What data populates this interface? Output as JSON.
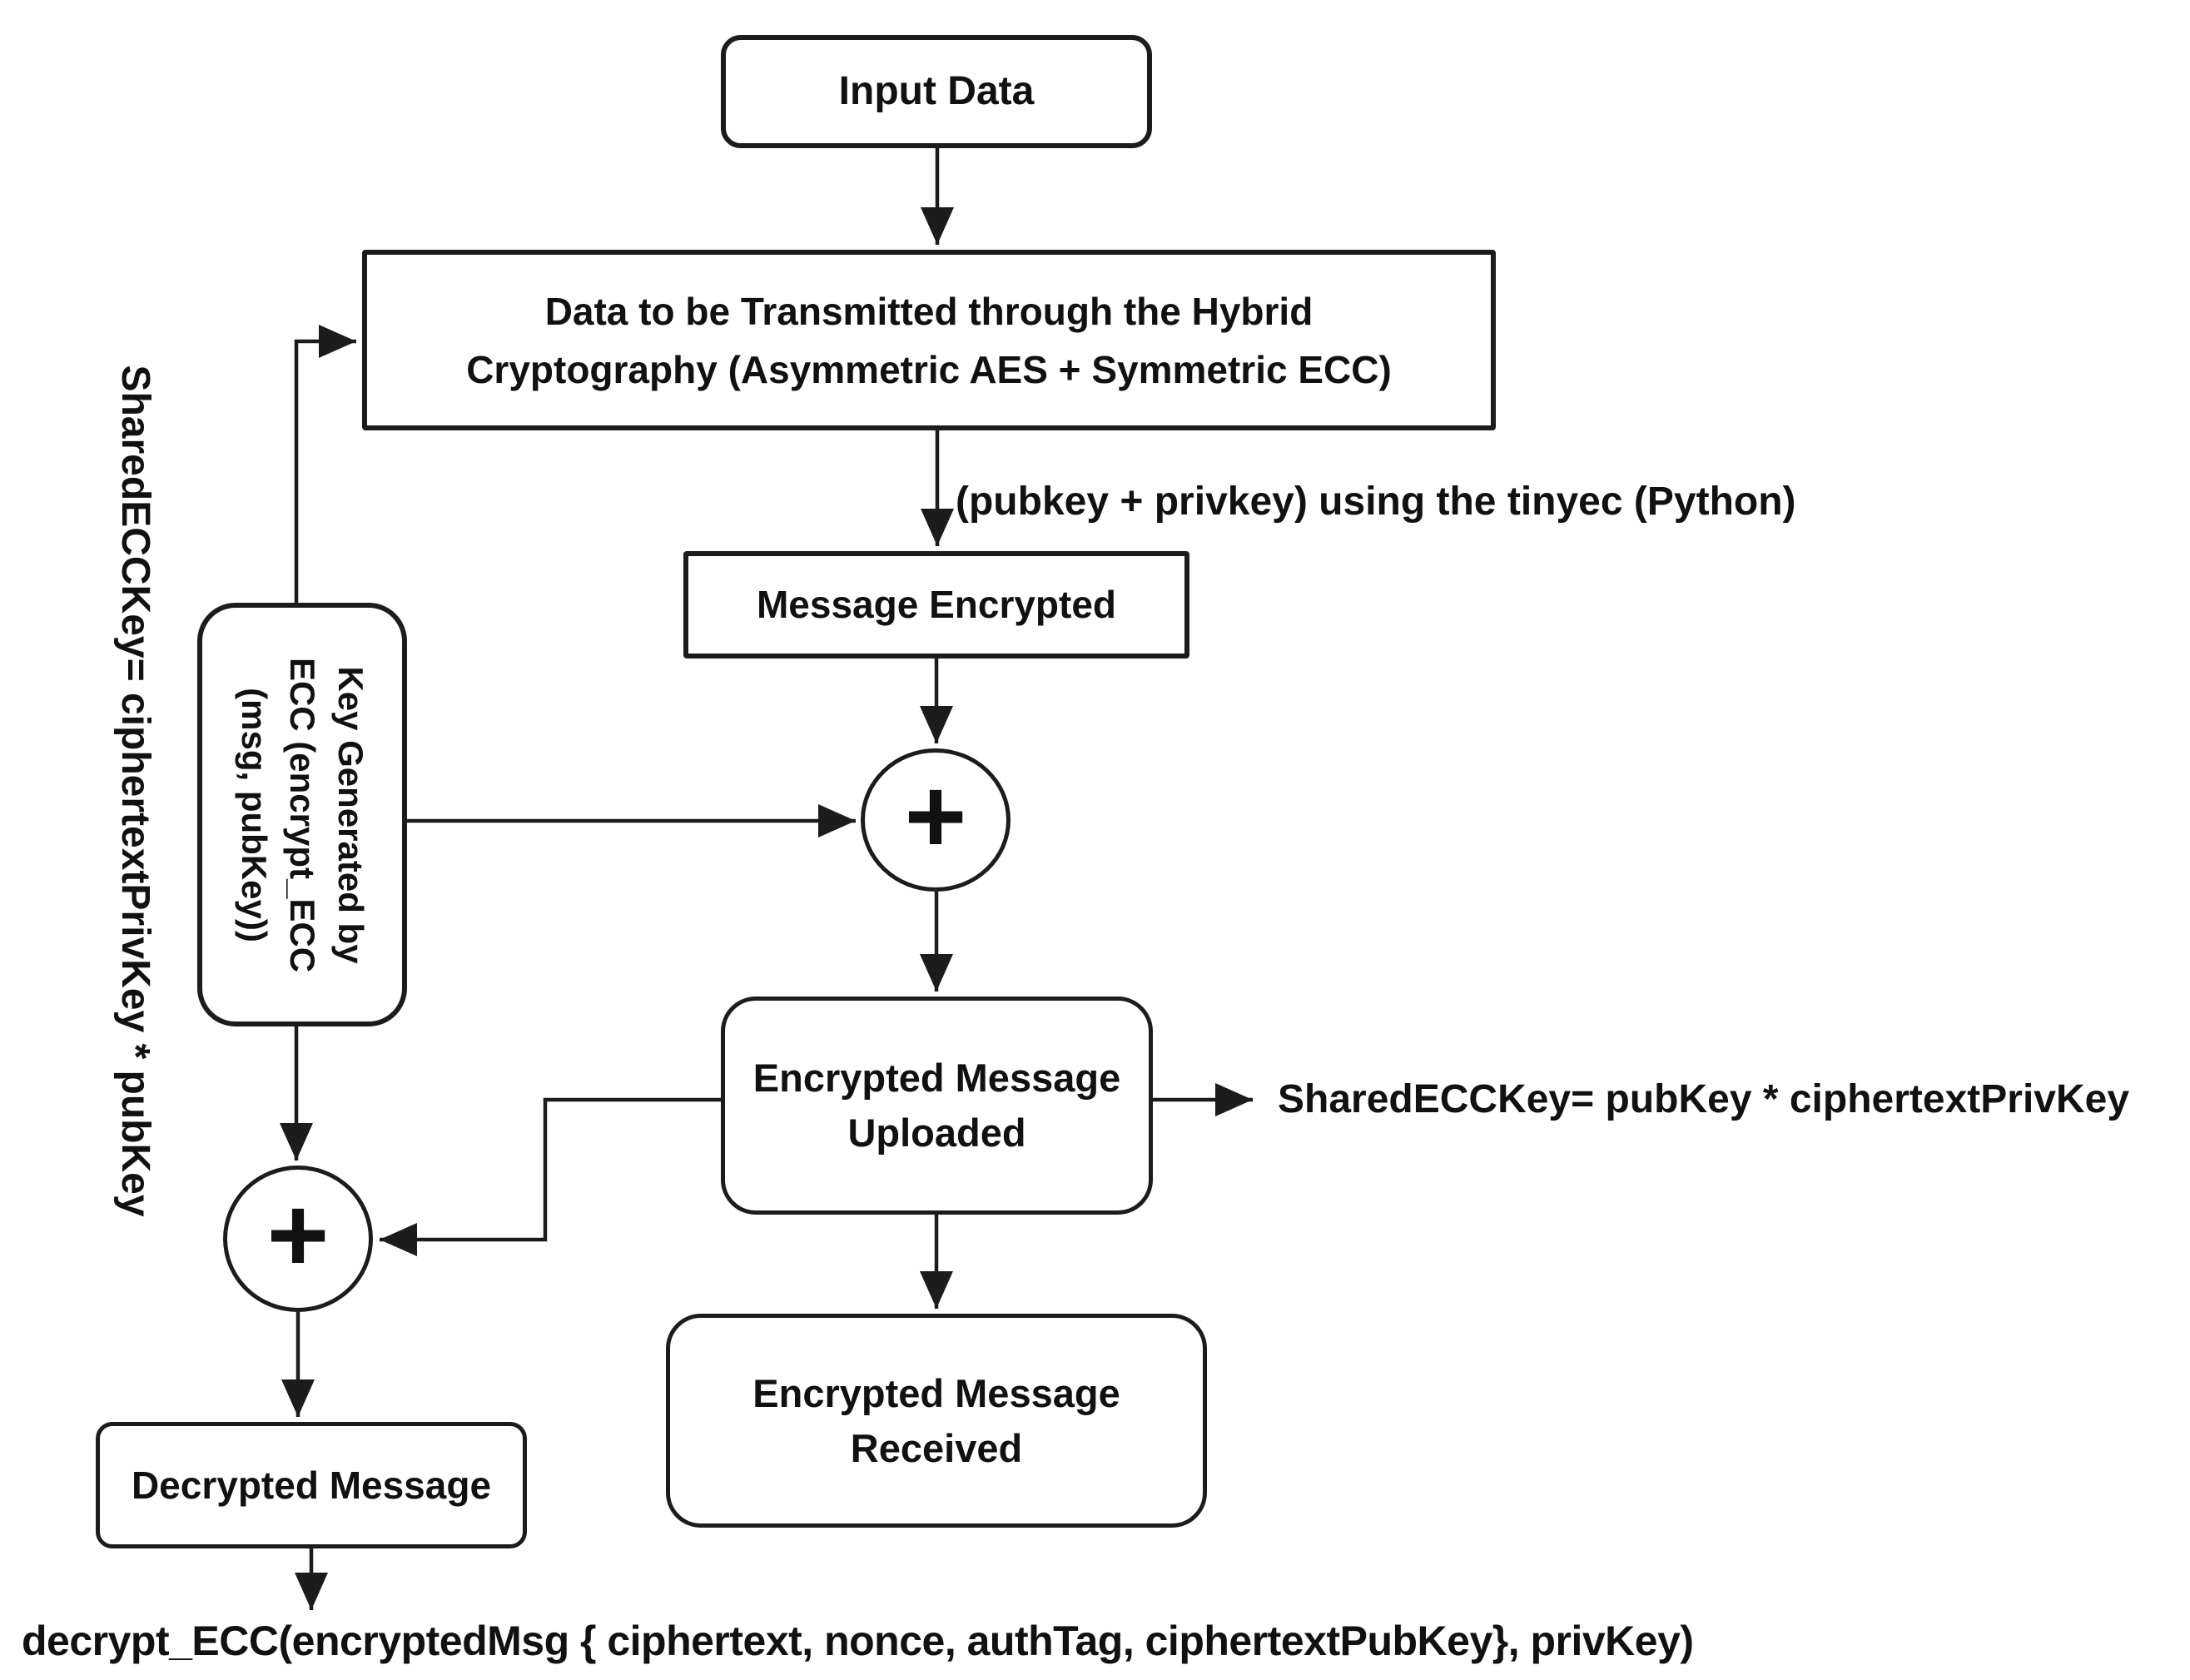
{
  "diagram": {
    "colors": {
      "background": "#ffffff",
      "line": "#1c1c1c",
      "text": "#111111"
    },
    "nodes": {
      "input_data": {
        "label": "Input Data"
      },
      "transmit": {
        "lines": [
          "Data to be Transmitted through the Hybrid",
          "Cryptography (Asymmetric AES + Symmetric ECC)"
        ]
      },
      "message_encrypted": {
        "label": "Message Encrypted"
      },
      "key_generated": {
        "lines": [
          "Key Generated by",
          "ECC (encrypt_ECC",
          "(msg, pubKey))"
        ]
      },
      "encrypted_uploaded": {
        "lines": [
          "Encrypted Message",
          "Uploaded"
        ]
      },
      "encrypted_received": {
        "lines": [
          "Encrypted Message",
          "Received"
        ]
      },
      "decrypted_message": {
        "label": "Decrypted Message"
      },
      "adder_top": {
        "symbol": "+"
      },
      "adder_bottom": {
        "symbol": "+"
      }
    },
    "annotations": {
      "left_caption": "SharedECCKey= ciphertextPrivKey * pubKey",
      "tinyec_note": "(pubkey + privkey) using the tinyec (Python)",
      "shared_key_note": "SharedECCKey= pubKey * ciphertextPrivKey",
      "decrypt_formula": "decrypt_ECC(encryptedMsg { ciphertext, nonce, authTag, ciphertextPubKey}, privKey)"
    }
  }
}
